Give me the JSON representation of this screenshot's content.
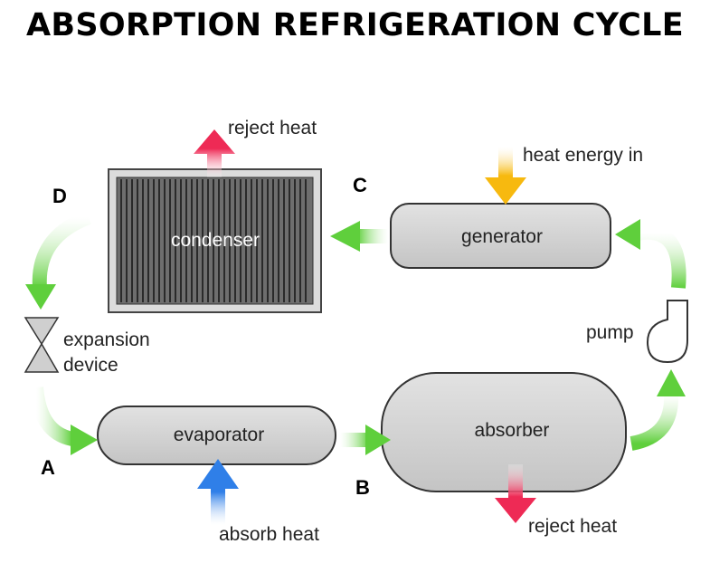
{
  "title": "ABSORPTION REFRIGERATION CYCLE",
  "components": {
    "condenser": "condenser",
    "generator": "generator",
    "evaporator": "evaporator",
    "absorber": "absorber",
    "pump": "pump",
    "expansion_line1": "expansion",
    "expansion_line2": "device"
  },
  "flows": {
    "condenser_reject": "reject heat",
    "generator_in": "heat energy in",
    "evaporator_absorb": "absorb heat",
    "absorber_reject": "reject heat"
  },
  "points": {
    "A": "A",
    "B": "B",
    "C": "C",
    "D": "D"
  },
  "colors": {
    "flow_arrow": "#5fcf3c",
    "reject_arrow": "#ee2a55",
    "heat_in_arrow": "#f7b90f",
    "absorb_arrow": "#2f7fe8",
    "vessel_fill": "#cdcdcd",
    "condenser_fill": "#6e6e6e"
  }
}
